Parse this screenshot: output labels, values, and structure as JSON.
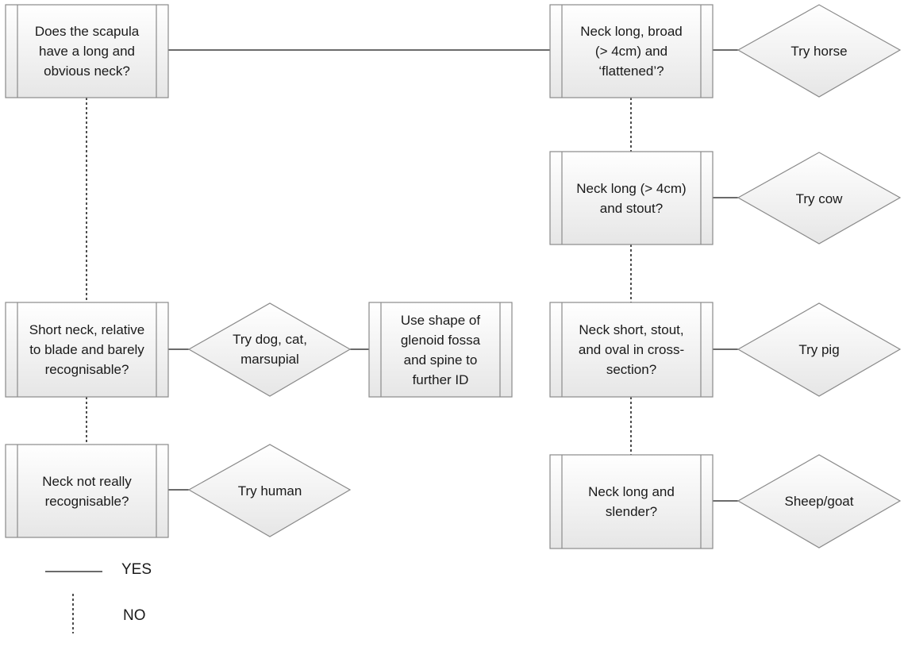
{
  "colors": {
    "box_fill_top": "#ffffff",
    "box_fill_bottom": "#e8e8e8",
    "box_stroke": "#8a8a8a",
    "connector": "#3a3a3a"
  },
  "nodes": {
    "q_scapula_neck": "Does the scapula\nhave a long and\nobvious neck?",
    "q_neck_long_broad": "Neck long, broad\n(> 4cm) and\n‘flattened’?",
    "r_horse": "Try horse",
    "q_neck_long_stout": "Neck long (> 4cm)\nand stout?",
    "r_cow": "Try cow",
    "q_neck_short_relative": "Short neck, relative\nto blade and barely\nrecognisable?",
    "r_dog_cat": "Try dog, cat,\nmarsupial",
    "q_glenoid": "Use shape of\nglenoid fossa\nand spine to\nfurther ID",
    "q_neck_short_oval": "Neck short, stout,\nand oval in cross-\nsection?",
    "r_pig": "Try pig",
    "q_neck_not_recognisable": "Neck not really\nrecognisable?",
    "r_human": "Try human",
    "q_neck_long_slender": "Neck long and\nslender?",
    "r_sheep_goat": "Sheep/goat"
  },
  "legend": {
    "yes": "YES",
    "no": "NO"
  }
}
